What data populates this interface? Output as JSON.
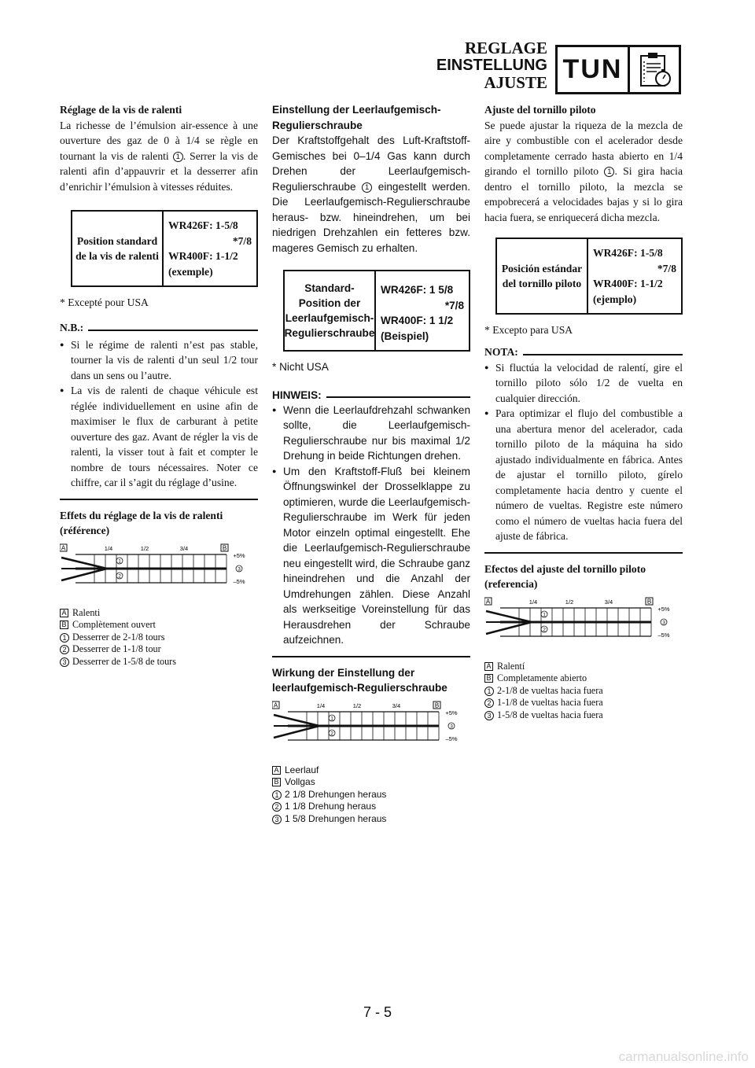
{
  "header": {
    "title_fr": "REGLAGE",
    "title_de": "EINSTELLUNG",
    "title_es": "AJUSTE",
    "section_code": "TUN",
    "icon": "clipboard-stopwatch-icon"
  },
  "fr": {
    "heading": "Réglage de la vis de ralenti",
    "p1a": "La richesse de l’émulsion air-essence à une ouverture des gaz de 0 à 1/4 se règle en tournant la vis de ralenti ",
    "p1_ref": "1",
    "p1b": ". Serrer la vis de ralenti afin d’appauvrir et la desserrer afin d’enrichir l’émulsion à vitesses réduites.",
    "spec_label": "Position standard de la vis de ralenti",
    "spec_l1": "WR426F: 1-5/8",
    "spec_l2": "*7/8",
    "spec_l3": "WR400F: 1-1/2",
    "spec_l4": "(exemple)",
    "footnote": "* Excepté pour USA",
    "note_title": "N.B.:",
    "bullet1": "Si le régime de ralenti n’est pas stable, tourner la vis de ralenti d’un seul 1/2 tour dans un sens ou l’autre.",
    "bullet2": "La vis de ralenti de chaque véhicule est réglée individuellement en usine afin de maximiser le flux de carburant à petite ouverture des gaz. Avant de régler la vis de ralenti, la visser tout à fait et compter le nombre de tours nécessaires. Noter ce chiffre, car il s’agit du réglage d’usine.",
    "effects_heading": "Effets du réglage de la vis de ralenti (référence)",
    "legend": [
      {
        "key": "A",
        "text": "Ralenti"
      },
      {
        "key": "B",
        "text": "Complètement ouvert"
      },
      {
        "key": "1",
        "text": "Desserrer de 2-1/8 tours"
      },
      {
        "key": "2",
        "text": "Desserrer de 1-1/8 tour"
      },
      {
        "key": "3",
        "text": "Desserrer de 1-5/8 de tours"
      }
    ]
  },
  "de": {
    "heading": "Einstellung der Leerlaufgemisch-Regulierschraube",
    "p1a": "Der Kraftstoffgehalt des Luft-Kraftstoff-Gemisches bei 0–1/4 Gas kann durch Drehen der Leerlaufgemisch-Regulierschraube ",
    "p1_ref": "1",
    "p1b": " eingestellt werden. Die Leerlaufgemisch-Regulierschraube heraus- bzw. hineindrehen, um bei niedrigen Drehzahlen ein fetteres bzw. mageres Gemisch zu erhalten.",
    "spec_label": "Standard-Position der Leerlaufgemisch-Regulierschraube",
    "spec_l1": "WR426F: 1 5/8",
    "spec_l2": "*7/8",
    "spec_l3": "WR400F: 1 1/2",
    "spec_l4": "(Beispiel)",
    "footnote": "* Nicht USA",
    "note_title": "HINWEIS:",
    "bullet1": "Wenn die Leerlaufdrehzahl schwanken sollte, die Leerlaufgemisch-Regulierschraube nur bis maximal 1/2 Drehung in beide Richtungen drehen.",
    "bullet2": "Um den Kraftstoff-Fluß bei kleinem Öffnungswinkel der Drosselklappe zu optimieren, wurde die Leerlaufgemisch-Regulierschraube im Werk für jeden Motor einzeln optimal eingestellt. Ehe die Leerlaufgemisch-Regulierschraube neu eingestellt wird, die Schraube ganz hineindrehen und die Anzahl der Umdrehungen zählen. Diese Anzahl als werkseitige Voreinstellung für das Herausdrehen der Schraube aufzeichnen.",
    "effects_heading": "Wirkung der Einstellung der leerlaufgemisch-Regulierschraube",
    "legend": [
      {
        "key": "A",
        "text": "Leerlauf"
      },
      {
        "key": "B",
        "text": "Vollgas"
      },
      {
        "key": "1",
        "text": "2 1/8 Drehungen heraus"
      },
      {
        "key": "2",
        "text": "1 1/8 Drehung heraus"
      },
      {
        "key": "3",
        "text": "1 5/8 Drehungen heraus"
      }
    ]
  },
  "es": {
    "heading": "Ajuste del tornillo piloto",
    "p1a": "Se puede ajustar la riqueza de la mezcla de aire y combustible con el acelerador desde completamente cerrado hasta abierto en 1/4 girando el tornillo piloto ",
    "p1_ref": "1",
    "p1b": ". Si gira hacia dentro el tornillo piloto, la mezcla se empobrecerá a velocidades bajas y si lo gira hacia fuera, se enriquecerá dicha mezcla.",
    "spec_label": "Posición estándar del tornillo piloto",
    "spec_l1": "WR426F: 1-5/8",
    "spec_l2": "*7/8",
    "spec_l3": "WR400F: 1-1/2",
    "spec_l4": "(ejemplo)",
    "footnote": "* Excepto para USA",
    "note_title": "NOTA:",
    "bullet1": "Si fluctúa la velocidad de ralentí, gire el tornillo piloto sólo 1/2 de vuelta en cualquier dirección.",
    "bullet2": "Para optimizar el flujo del combustible a una abertura menor del acelerador, cada tornillo piloto de la máquina ha sido ajustado individualmente en fábrica. Antes de ajustar el tornillo piloto, gírelo completamente hacia dentro y cuente el número de vueltas. Registre este número como el número de vueltas hacia fuera del ajuste de fábrica.",
    "effects_heading": "Efectos del ajuste del tornillo piloto (referencia)",
    "legend": [
      {
        "key": "A",
        "text": "Ralentí"
      },
      {
        "key": "B",
        "text": "Completamente abierto"
      },
      {
        "key": "1",
        "text": "2-1/8 de vueltas hacia fuera"
      },
      {
        "key": "2",
        "text": "1-1/8 de vueltas hacia fuera"
      },
      {
        "key": "3",
        "text": "1-5/8 de vueltas hacia fuera"
      }
    ]
  },
  "diagram": {
    "key_a": "A",
    "key_b": "B",
    "ticks": [
      "1/4",
      "1/2",
      "3/4"
    ],
    "plus": "+5%",
    "minus": "–5%",
    "ref1": "1",
    "ref2": "2",
    "ref3": "3"
  },
  "page_number": "7 - 5",
  "watermark": "carmanualsonline.info"
}
